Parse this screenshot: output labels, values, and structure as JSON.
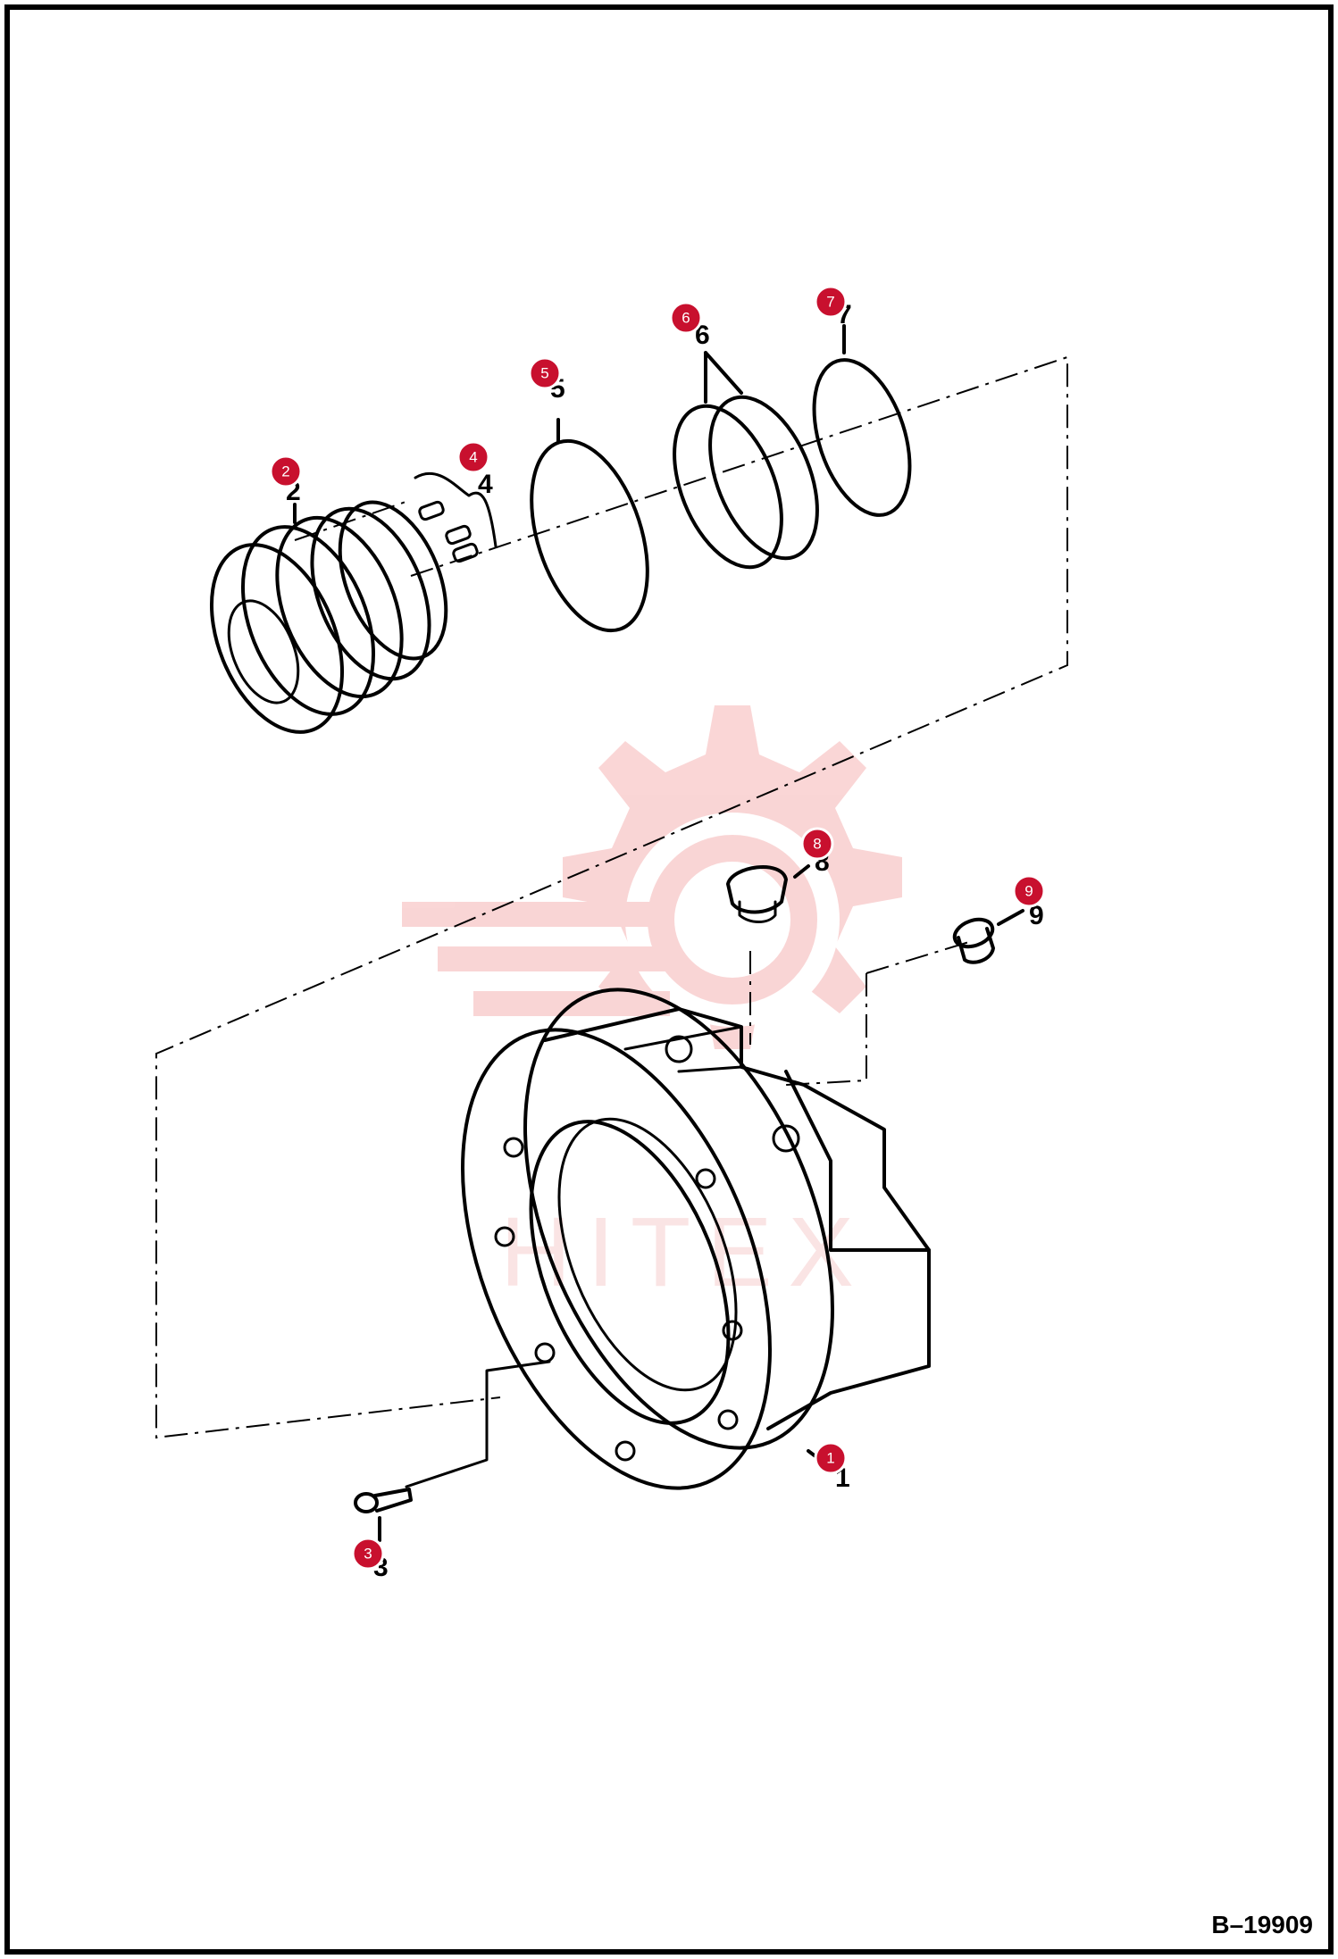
{
  "diagram": {
    "code": "B–19909",
    "callouts": [
      "1",
      "2",
      "3",
      "4",
      "5",
      "6",
      "7",
      "8",
      "9"
    ],
    "part_numbers": [
      "1",
      "2",
      "3",
      "4",
      "5",
      "6",
      "7",
      "8",
      "9"
    ],
    "watermark_text": "HITEX",
    "colors": {
      "callout": "#c8102e",
      "watermark": "#f3b3b3",
      "ink": "#000000"
    }
  }
}
